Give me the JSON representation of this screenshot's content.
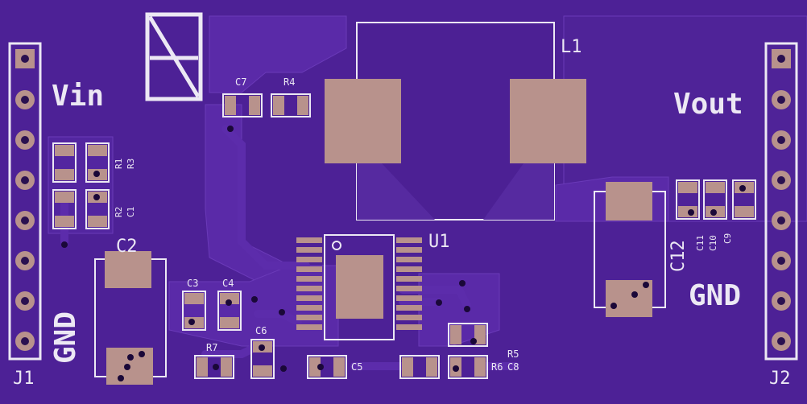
{
  "labels": {
    "vin": "Vin",
    "gnd_left": "GND",
    "j1": "J1",
    "vout": "Vout",
    "gnd_right": "GND",
    "j2": "J2",
    "l1": "L1",
    "u1": "U1",
    "c2": "C2",
    "c3": "C3",
    "c4": "C4",
    "c5": "C5",
    "c6": "C6",
    "c7": "C7",
    "c8": "C8",
    "c9": "C9",
    "c10": "C10",
    "c11": "C11",
    "c12": "C12",
    "r1": "R1",
    "r2": "R2",
    "r3": "R3",
    "r4": "R4",
    "r5": "R5",
    "r6": "R6",
    "r7": "R7",
    "c1": "C1"
  },
  "colors": {
    "board": "#4a1f92",
    "copper": "#5a2aa8",
    "pad": "#b8928c",
    "silkscreen": "#ece8f4"
  }
}
